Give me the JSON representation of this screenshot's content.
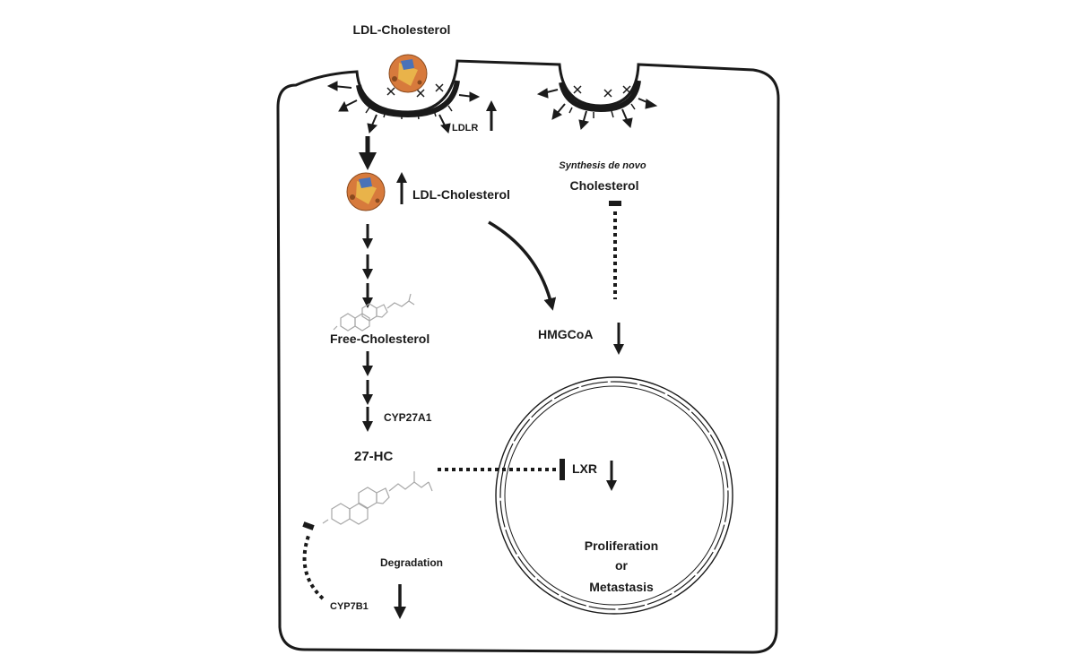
{
  "labels": {
    "ldl_outside": "LDL-Cholesterol",
    "ldlr": "LDLR",
    "ldl_inside": "LDL-Cholesterol",
    "synthesis": "Synthesis de novo",
    "cholesterol": "Cholesterol",
    "hmgcoa": "HMGCoA",
    "free_cholesterol": "Free-Cholesterol",
    "cyp27a1": "CYP27A1",
    "hc27": "27-HC",
    "lxr": "LXR",
    "degradation": "Degradation",
    "cyp7b1": "CYP7B1",
    "proliferation": "Proliferation",
    "or": "or",
    "metastasis": "Metastasis"
  },
  "colors": {
    "line": "#1a1a1a",
    "ldl_particle": "#d77a3c",
    "ldl_particle_core": "#e9b34a",
    "ldl_particle_blue": "#4a72b8",
    "structure_grey": "#a8a8a8"
  }
}
